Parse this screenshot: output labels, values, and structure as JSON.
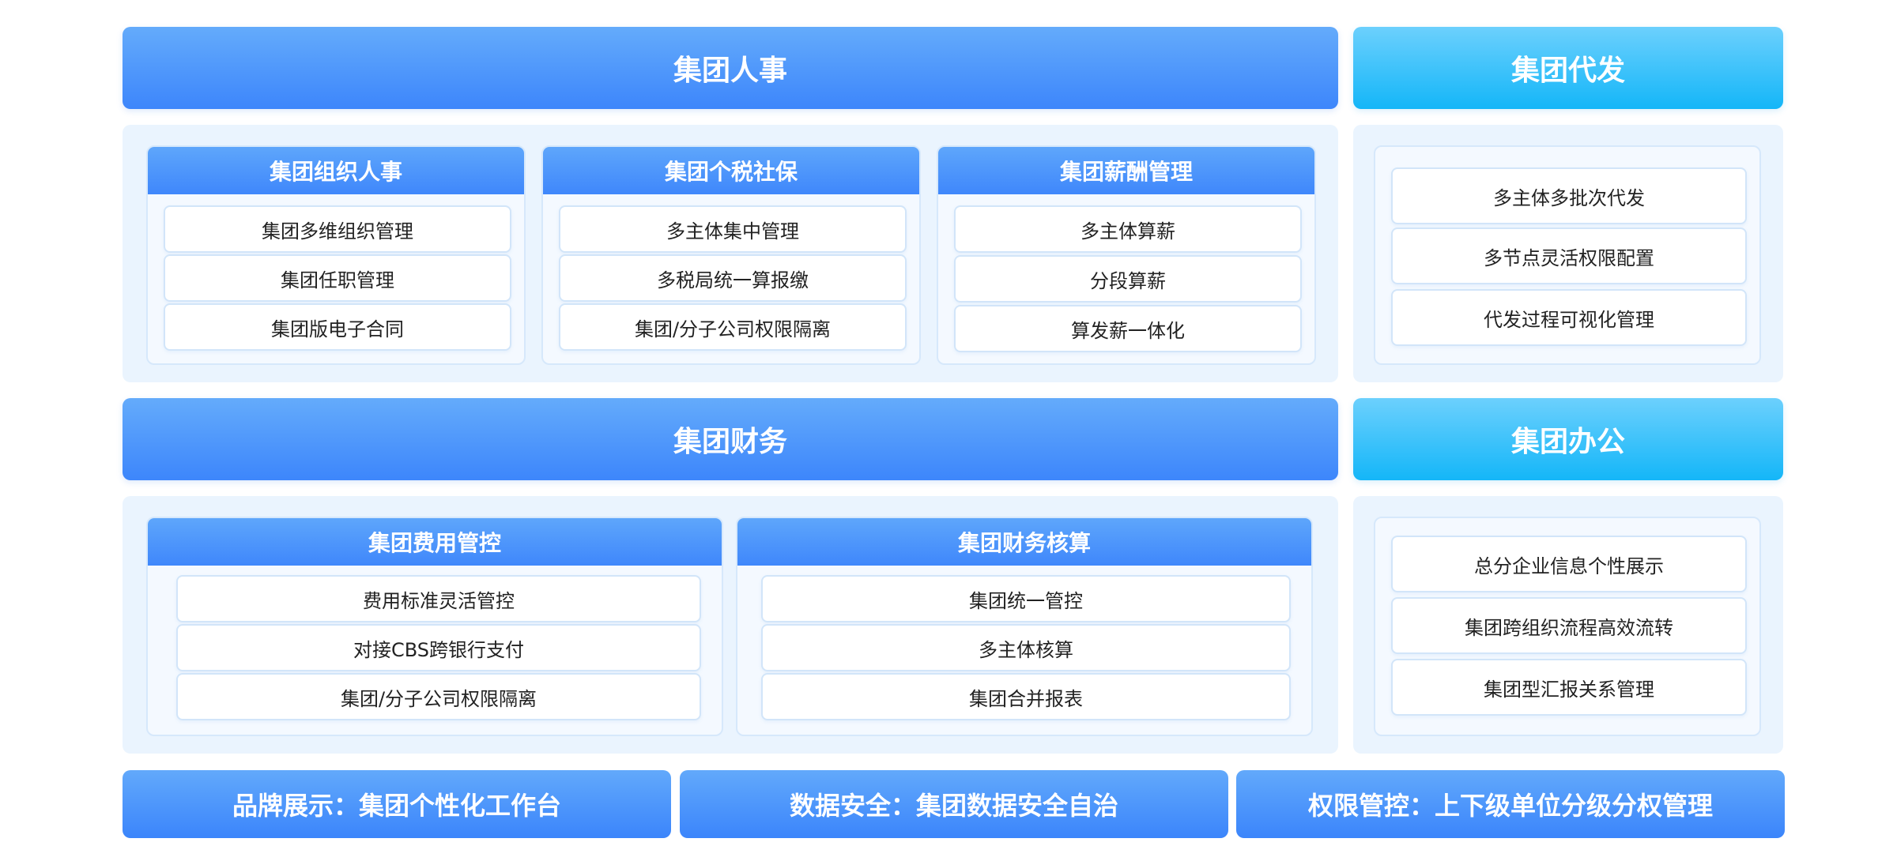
{
  "hr": {
    "title": "集团人事",
    "cards": [
      {
        "title": "集团组织人事",
        "items": [
          "集团多维组织管理",
          "集团任职管理",
          "集团版电子合同"
        ]
      },
      {
        "title": "集团个税社保",
        "items": [
          "多主体集中管理",
          "多税局统一算报缴",
          "集团/分子公司权限隔离"
        ]
      },
      {
        "title": "集团薪酬管理",
        "items": [
          "多主体算薪",
          "分段算薪",
          "算发薪一体化"
        ]
      }
    ]
  },
  "payroll": {
    "title": "集团代发",
    "items": [
      "多主体多批次代发",
      "多节点灵活权限配置",
      "代发过程可视化管理"
    ]
  },
  "finance": {
    "title": "集团财务",
    "cards": [
      {
        "title": "集团费用管控",
        "items": [
          "费用标准灵活管控",
          "对接CBS跨银行支付",
          "集团/分子公司权限隔离"
        ]
      },
      {
        "title": "集团财务核算",
        "items": [
          "集团统一管控",
          "多主体核算",
          "集团合并报表"
        ]
      }
    ]
  },
  "office": {
    "title": "集团办公",
    "items": [
      "总分企业信息个性展示",
      "集团跨组织流程高效流转",
      "集团型汇报关系管理"
    ]
  },
  "footer": [
    "品牌展示：集团个性化工作台",
    "数据安全：集团数据安全自治",
    "权限管控：上下级单位分级分权管理"
  ]
}
